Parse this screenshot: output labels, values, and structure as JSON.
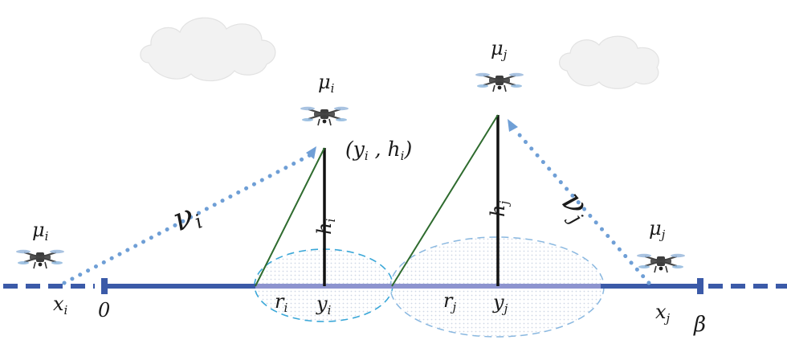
{
  "colors": {
    "axis": "#3b5aa8",
    "axis_segment": "#8d94cf",
    "dotted_link": "#6f9fd6",
    "height_line": "#111111",
    "slant_line": "#2e6b2e",
    "coverage_i_stroke": "#3aa7d8",
    "coverage_j_stroke": "#8ab8e0",
    "cloud": "#f1f1f1"
  },
  "icons": {
    "uav": "quadcopter-drone-icon",
    "cloud": "cloud-icon",
    "arrow": "arrowhead-icon"
  },
  "labels": {
    "mu_i": {
      "base": "μ",
      "sub": "i"
    },
    "mu_j": {
      "base": "μ",
      "sub": "j"
    },
    "x_i": {
      "base": "x",
      "sub": "i"
    },
    "x_j": {
      "base": "x",
      "sub": "j"
    },
    "y_i": {
      "base": "y",
      "sub": "i"
    },
    "y_j": {
      "base": "y",
      "sub": "j"
    },
    "r_i": {
      "base": "r",
      "sub": "i"
    },
    "r_j": {
      "base": "r",
      "sub": "j"
    },
    "h_i": {
      "base": "h",
      "sub": "i"
    },
    "h_j": {
      "base": "h",
      "sub": "j"
    },
    "nu_i": {
      "base": "ν",
      "sub": "i"
    },
    "nu_j": {
      "base": "ν",
      "sub": "j"
    },
    "coord_open": "(",
    "coord_y": "y",
    "coord_y_sub": "i",
    "coord_sep": " , ",
    "coord_h": "h",
    "coord_h_sub": "i",
    "coord_close": ")",
    "origin": "0",
    "beta": "β"
  }
}
